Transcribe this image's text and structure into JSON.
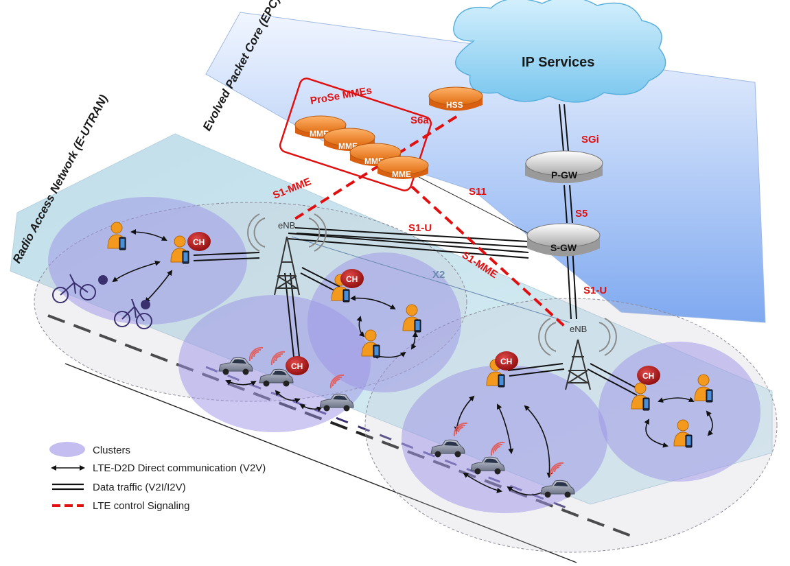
{
  "planes": {
    "epc": "Evolved Packet Core (EPC)",
    "ran": "Radio Access Network (E-UTRAN)"
  },
  "cloud": {
    "label": "IP Services"
  },
  "core_nodes": {
    "hss": "HSS",
    "pgw": "P-GW",
    "sgw": "S-GW",
    "mme_group_label": "ProSe MMEs",
    "mme": [
      "MME",
      "MME",
      "MME",
      "MME"
    ]
  },
  "interfaces": {
    "sgi": "SGi",
    "s5": "S5",
    "s11": "S11",
    "s6a": "S6a",
    "s1_mme_left": "S1-MME",
    "s1_mme_right": "S1-MME",
    "s1_u_left": "S1-U",
    "s1_u_right": "S1-U",
    "x2": "X2"
  },
  "enb": {
    "left": "eNB",
    "right": "eNB"
  },
  "cluster_heads": [
    "CH",
    "CH",
    "CH",
    "CH",
    "CH"
  ],
  "legend": {
    "clusters": "Clusters",
    "d2d": "LTE-D2D Direct communication (V2V)",
    "data": "Data traffic (V2I/I2V)",
    "control": "LTE control Signaling"
  },
  "colors": {
    "control_signal": "#e01010",
    "cluster_fill": "#9c93e6",
    "epc_plane": "#9fc1f5",
    "ran_plane": "#b8dbe8",
    "person": "#f39a1e",
    "ch_badge": "#b21414",
    "mme_node": "#f07e22",
    "cloud": "#a9dcf5"
  },
  "icons": [
    "cloud-icon",
    "server-icon",
    "tower-icon",
    "person-icon",
    "car-icon",
    "bicycle-icon",
    "phone-icon",
    "signal-icon"
  ]
}
